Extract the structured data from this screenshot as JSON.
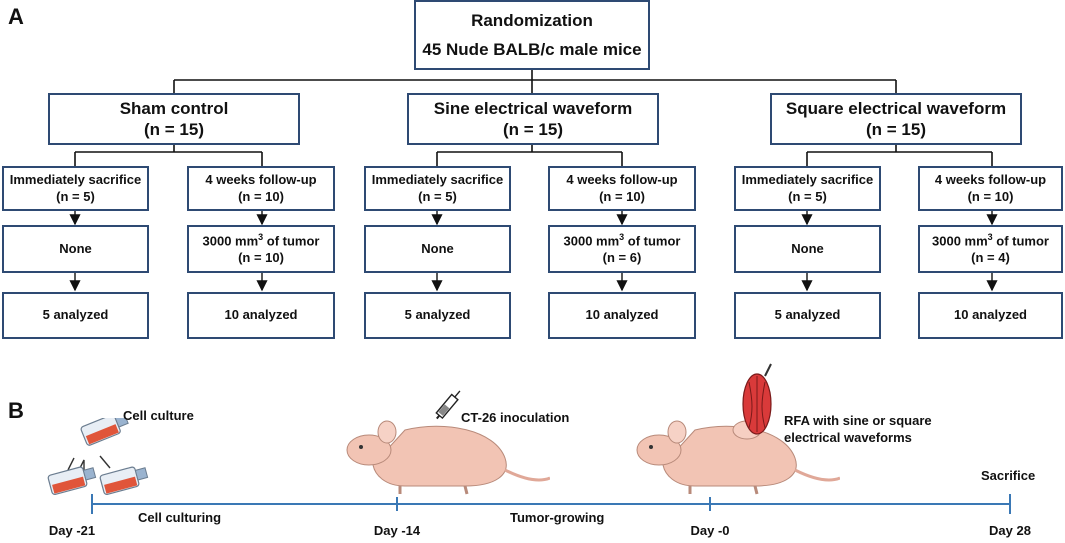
{
  "panels": {
    "a": "A",
    "b": "B"
  },
  "root": {
    "line1": "Randomization",
    "line2": "45 Nude BALB/c male mice"
  },
  "groups": [
    {
      "name": "Sham control",
      "n": "(n = 15)",
      "left": {
        "title": "Immediately sacrifice",
        "n": "(n = 5)",
        "mid": "None",
        "result": "5 analyzed"
      },
      "right": {
        "title": "4 weeks follow-up",
        "n": "(n = 10)",
        "tumor_prefix": "3000 mm",
        "tumor_sup": "3",
        "tumor_suffix": " of tumor",
        "tumor_n": "(n = 10)",
        "result": "10 analyzed"
      }
    },
    {
      "name": "Sine electrical waveform",
      "n": "(n = 15)",
      "left": {
        "title": "Immediately sacrifice",
        "n": "(n = 5)",
        "mid": "None",
        "result": "5 analyzed"
      },
      "right": {
        "title": "4 weeks follow-up",
        "n": "(n = 10)",
        "tumor_prefix": "3000 mm",
        "tumor_sup": "3",
        "tumor_suffix": " of tumor",
        "tumor_n": "(n = 6)",
        "result": "10 analyzed"
      }
    },
    {
      "name": "Square electrical waveform",
      "n": "(n = 15)",
      "left": {
        "title": "Immediately sacrifice",
        "n": "(n = 5)",
        "mid": "None",
        "result": "5 analyzed"
      },
      "right": {
        "title": "4 weeks follow-up",
        "n": "(n = 10)",
        "tumor_prefix": "3000 mm",
        "tumor_sup": "3",
        "tumor_suffix": " of tumor",
        "tumor_n": "(n = 4)",
        "result": "10 analyzed"
      }
    }
  ],
  "timeline": {
    "days": [
      "Day -21",
      "Day -14",
      "Day -0",
      "Day 28"
    ],
    "phases": [
      "Cell culturing",
      "Tumor-growing"
    ],
    "events": {
      "cell_culture": "Cell culture",
      "inoculation": "CT-26 inoculation",
      "rfa_line1": "RFA with sine or square",
      "rfa_line2": "electrical waveforms",
      "sacrifice": "Sacrifice"
    }
  },
  "colors": {
    "box_border": "#2e4a73",
    "timeline": "#3a78b5",
    "mouse": "#f2c4b4",
    "flask": "#e0553a"
  },
  "icons": [
    "culture-flask-icon",
    "syringe-icon",
    "mouse-icon",
    "rfa-electrode-icon"
  ]
}
